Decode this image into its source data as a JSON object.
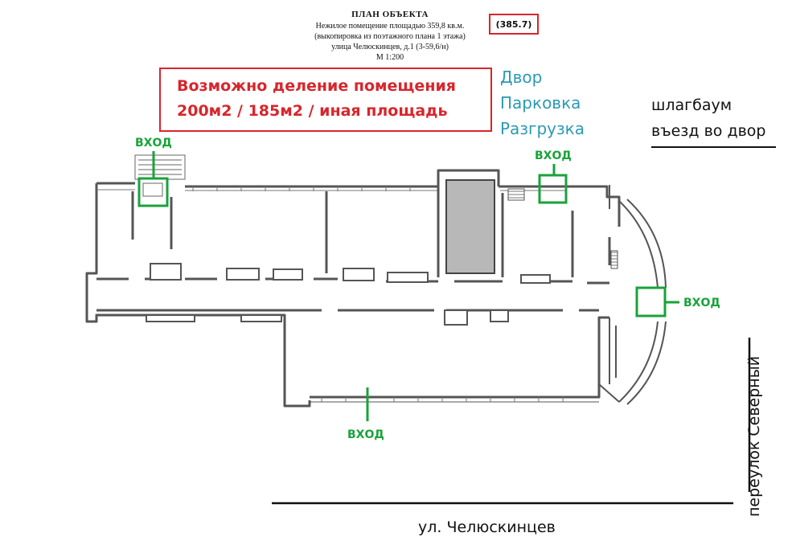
{
  "header": {
    "title": "ПЛАН ОБЪЕКТА",
    "line1": "Нежилое помещение площадью 359,8 кв.м.",
    "line2": "(выкопировка из поэтажного плана 1 этажа)",
    "line3": "улица Челюскинцев, д.1 (3-59,6/н)",
    "scale": "М 1:200",
    "area_badge": "(385.7)"
  },
  "division_note": {
    "line1": "Возможно деление помещения",
    "line2": "200м2 / 185м2 / иная площадь"
  },
  "yard_labels": [
    "Двор",
    "Парковка",
    "Разгрузка"
  ],
  "barrier": {
    "line1": "шлагбаум",
    "line2": "въезд во двор"
  },
  "entrances": {
    "top_left": "ВХОД",
    "top_right": "ВХОД",
    "east": "ВХОД",
    "bottom": "ВХОД"
  },
  "streets": {
    "bottom": "ул. Челюскинцев",
    "right": "переулок Северный"
  },
  "colors": {
    "highlight_red": "#d7262c",
    "entrance_green": "#1aa23a",
    "yard_teal": "#2b9ab4",
    "wall": "#555555",
    "hatched_room": "#b8b8b8"
  }
}
